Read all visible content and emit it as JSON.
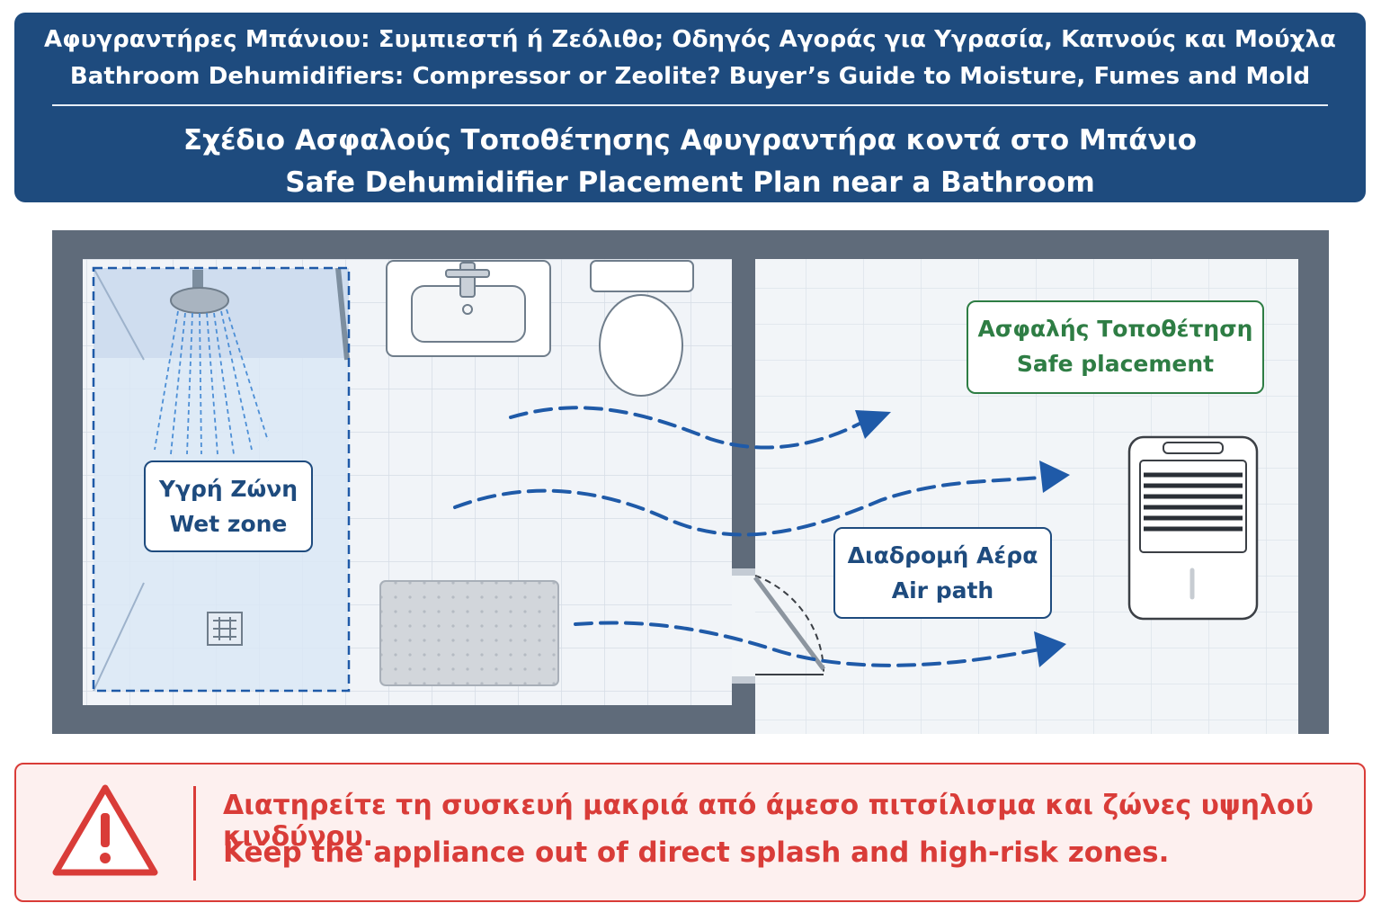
{
  "header": {
    "line_greek": "Αφυγραντήρες Μπάνιου: Συμπιεστή ή Ζεόλιθο; Οδηγός Αγοράς για Υγρασία, Καπνούς και Μούχλα",
    "line_english": "Bathroom Dehumidifiers: Compressor or Zeolite? Buyer’s Guide to Moisture, Fumes and Mold",
    "subtitle_greek": "Σχέδιο Ασφαλούς Τοποθέτησης Αφυγραντήρα κοντά στο Μπάνιο",
    "subtitle_english": "Safe Dehumidifier Placement Plan near a Bathroom"
  },
  "labels": {
    "wet_zone_greek": "Υγρή Ζώνη",
    "wet_zone_english": "Wet zone",
    "safe_placement_greek": "Ασφαλής Τοποθέτηση",
    "safe_placement_english": "Safe placement",
    "air_path_greek": "Διαδρομή Αέρα",
    "air_path_english": "Air path"
  },
  "warning": {
    "text_greek": "Διατηρείτε τη συσκευή μακριά από άμεσο πιτσίλισμα και ζώνες υψηλού κινδύνου.",
    "text_english": "Keep the appliance out of direct splash and high-risk zones.",
    "icon": "warning-triangle-icon"
  },
  "colors": {
    "header_bg": "#1e4b7e",
    "wet_zone": "#dbe7f6",
    "air_path_arrow": "#1f5aa8",
    "safe_label": "#2e7d44",
    "warning": "#d93c38",
    "wall": "#5f6b7a"
  }
}
